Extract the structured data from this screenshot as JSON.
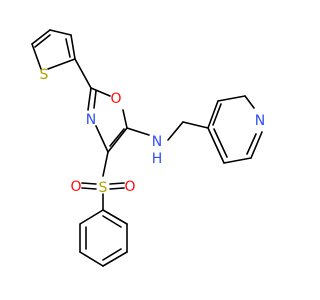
{
  "colors": {
    "bond": "#000000",
    "S": "#b5a200",
    "O": "#ff0d0d",
    "N": "#3050f8"
  },
  "atoms": {
    "s_thiophene": "S",
    "o_oxazole": "O",
    "n_oxazole": "N",
    "s_sulfonyl": "S",
    "o_sulfonyl_left": "O",
    "o_sulfonyl_right": "O",
    "n_amine": "N",
    "h_amine": "H",
    "n_pyridine": "N"
  }
}
